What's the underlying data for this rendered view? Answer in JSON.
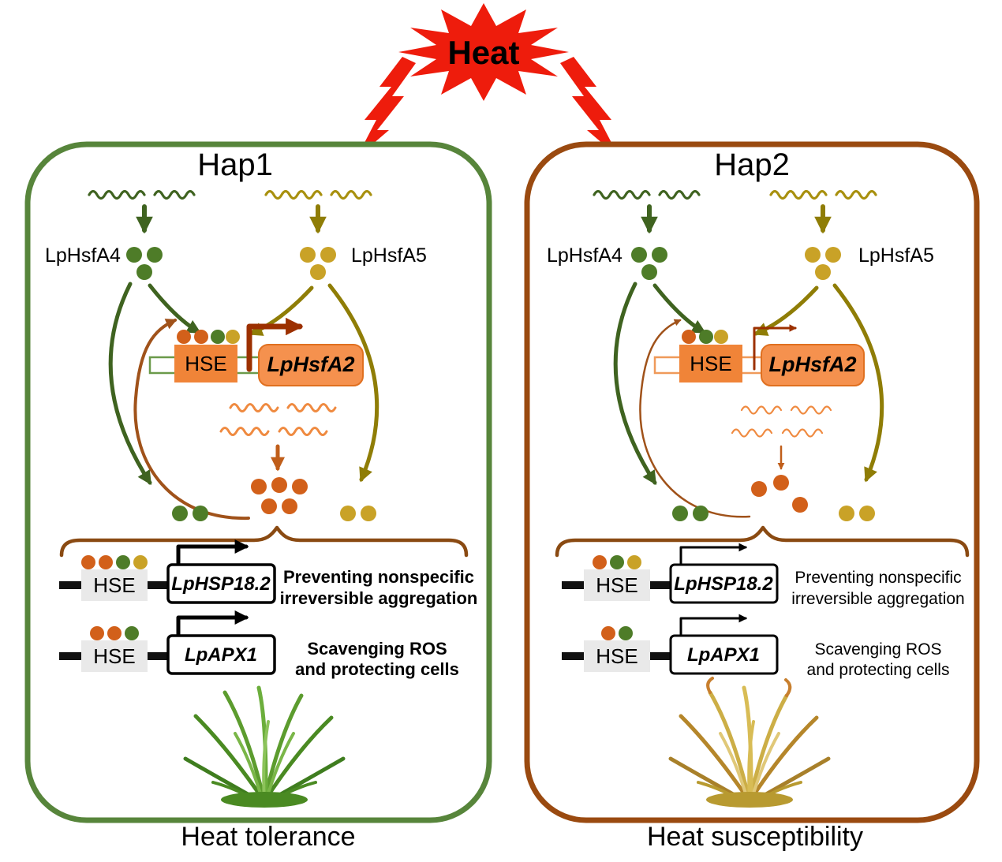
{
  "palette": {
    "heat_red": "#ee1c0c",
    "hap1_border": "#57853b",
    "hap2_border": "#9a4a10",
    "orange_box": "#f08438",
    "orange_box_light": "#f5914e",
    "dot_orange": "#d2601a",
    "dot_green": "#4e7c28",
    "dot_yellow": "#c9a227",
    "arrow_green": "#3f6320",
    "arrow_olive": "#8f7d06",
    "arrow_brown": "#a0521a",
    "arrow_transcription": "#9c3000",
    "arrow_orange": "#c05e1a",
    "hse_gray": "#e9e9e9"
  },
  "heat": {
    "label": "Heat"
  },
  "hap1": {
    "title": "Hap1",
    "tf_left": "LpHsfA4",
    "tf_right": "LpHsfA5",
    "promoter": {
      "hse": "HSE",
      "gene": "LpHsfA2"
    },
    "target1": {
      "hse": "HSE",
      "gene": "LpHSP18.2",
      "desc1": "Preventing nonspecific",
      "desc2": "irreversible aggregation"
    },
    "target2": {
      "hse": "HSE",
      "gene": "LpAPX1",
      "desc1": "Scavenging ROS",
      "desc2": "and protecting cells"
    },
    "caption": "Heat tolerance"
  },
  "hap2": {
    "title": "Hap2",
    "tf_left": "LpHsfA4",
    "tf_right": "LpHsfA5",
    "promoter": {
      "hse": "HSE",
      "gene": "LpHsfA2"
    },
    "target1": {
      "hse": "HSE",
      "gene": "LpHSP18.2",
      "desc1": "Preventing nonspecific",
      "desc2": "irreversible aggregation"
    },
    "target2": {
      "hse": "HSE",
      "gene": "LpAPX1",
      "desc1": "Scavenging ROS",
      "desc2": "and protecting cells"
    },
    "caption": "Heat susceptibility"
  }
}
